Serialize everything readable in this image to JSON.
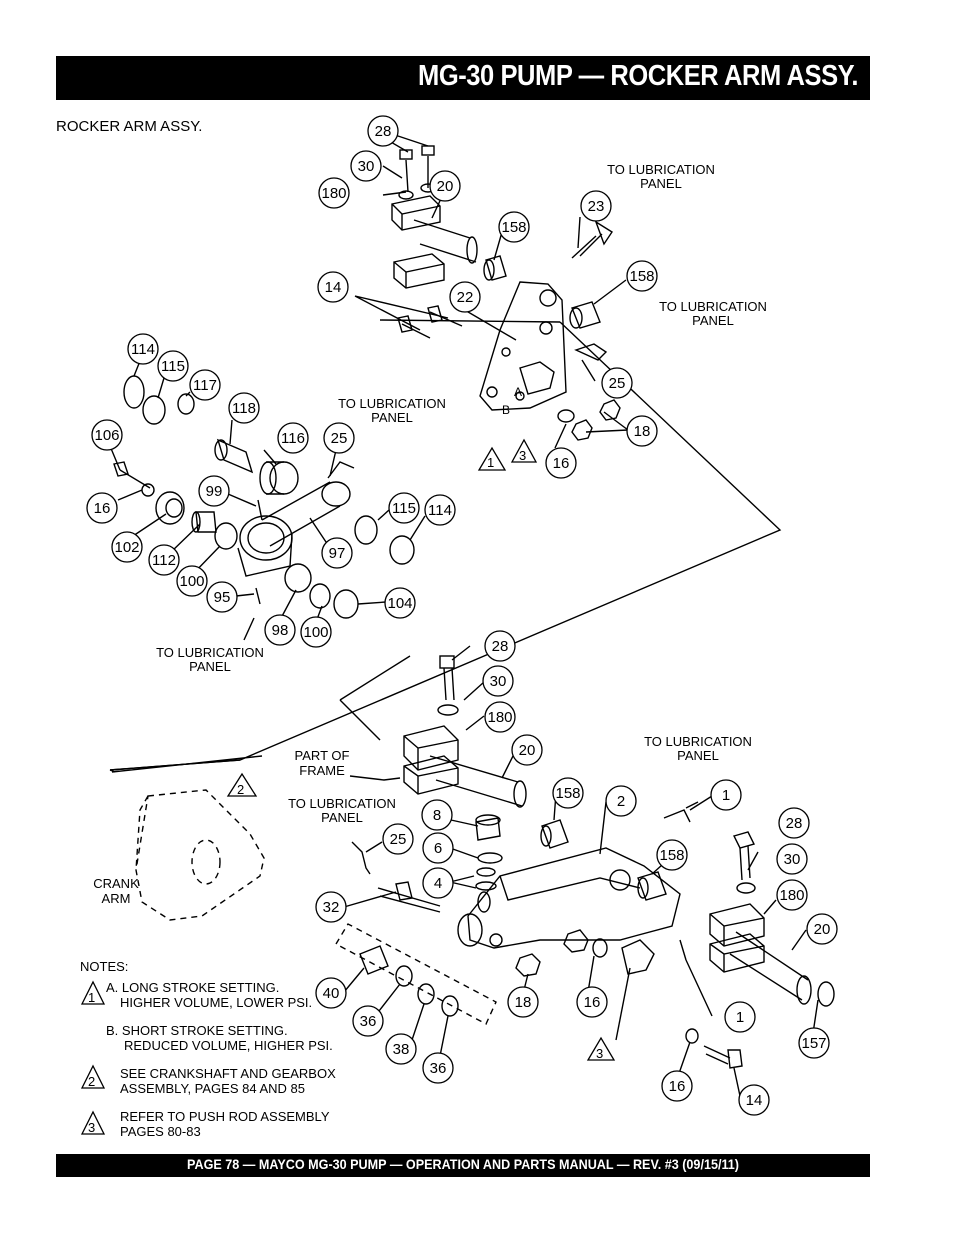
{
  "header": {
    "title": "MG-30 PUMP — ROCKER ARM ASSY."
  },
  "subtitle": "ROCKER ARM ASSY.",
  "footer": {
    "text": "PAGE 78 — MAYCO  MG-30 PUMP — OPERATION AND PARTS MANUAL — REV. #3 (09/15/11)"
  },
  "callouts_upper": [
    "28",
    "30",
    "180",
    "20",
    "158",
    "23",
    "158",
    "14",
    "22",
    "25",
    "18",
    "16",
    "114",
    "115",
    "117",
    "118",
    "106",
    "116",
    "25",
    "16",
    "99",
    "102",
    "112",
    "100",
    "95",
    "97",
    "115",
    "114",
    "98",
    "100",
    "104"
  ],
  "callouts_lower": [
    "28",
    "30",
    "180",
    "20",
    "158",
    "2",
    "1",
    "8",
    "6",
    "4",
    "158",
    "28",
    "30",
    "180",
    "20",
    "25",
    "32",
    "40",
    "36",
    "38",
    "36",
    "18",
    "16",
    "1",
    "157",
    "16",
    "14"
  ],
  "triangles": {
    "t1": "1",
    "t3": "3",
    "t2": "2",
    "t3b": "3"
  },
  "labels": {
    "lub1": [
      "TO LUBRICATION",
      "PANEL"
    ],
    "lub2": [
      "TO LUBRICATION",
      "PANEL"
    ],
    "lub3": [
      "TO LUBRICATION",
      "PANEL"
    ],
    "lub4": [
      "TO LUBRICATION",
      "PANEL"
    ],
    "lub5": [
      "TO LUBRICATION",
      "PANEL"
    ],
    "lub6": [
      "TO LUBRICATION",
      "PANEL"
    ],
    "frame": [
      "PART OF",
      "FRAME"
    ],
    "crank": [
      "CRANK",
      "ARM"
    ],
    "ab": [
      "A",
      "B"
    ]
  },
  "notes": {
    "heading": "NOTES:",
    "n1a": "A. LONG STROKE SETTING.",
    "n1b": "HIGHER VOLUME, LOWER PSI.",
    "n1c": "B. SHORT STROKE SETTING.",
    "n1d": "REDUCED VOLUME, HIGHER PSI.",
    "n2a": "SEE CRANKSHAFT AND GEARBOX",
    "n2b": "ASSEMBLY, PAGES 84 AND 85",
    "n3a": "REFER TO PUSH ROD ASSEMBLY",
    "n3b": "PAGES 80-83",
    "tri1": "1",
    "tri2": "2",
    "tri3": "3"
  }
}
